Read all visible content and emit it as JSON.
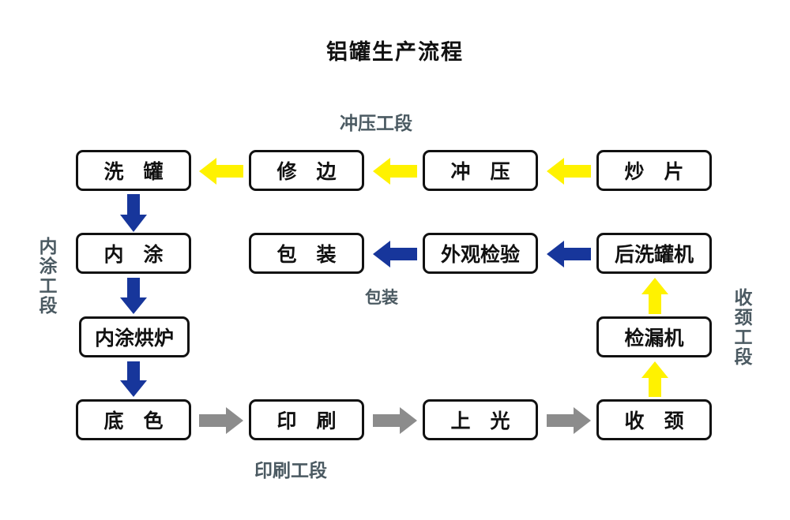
{
  "title": "铝罐生产流程",
  "colors": {
    "yellow": "#FFF200",
    "blue": "#17369B",
    "gray": "#8C8C8C",
    "box_border": "#111111",
    "stage_label": "#4B5A62",
    "background": "#FFFFFF"
  },
  "stage_labels": {
    "stamping": "冲压工段",
    "inner_coating": "内涂工段",
    "printing": "印刷工段",
    "packaging": "包装",
    "necking": "收颈工段"
  },
  "nodes": {
    "wash_can": "洗 罐",
    "trim": "修 边",
    "stamp": "冲 压",
    "blank": "炒 片",
    "inner_coat": "内 涂",
    "pack": "包 装",
    "appearance_check": "外观检验",
    "post_washer": "后洗罐机",
    "inner_coat_oven": "内涂烘炉",
    "leak_tester": "检漏机",
    "base_color": "底 色",
    "print": "印 刷",
    "varnish": "上 光",
    "necking": "收 颈"
  },
  "flow": {
    "row1": [
      "炒 片",
      "冲 压",
      "修 边",
      "洗 罐"
    ],
    "row2": [
      "后洗罐机",
      "外观检验",
      "包 装"
    ],
    "row3": [
      "内涂烘炉",
      "检漏机"
    ],
    "row4": [
      "底 色",
      "印 刷",
      "上 光",
      "收 颈"
    ],
    "edges": [
      {
        "from": "炒 片",
        "to": "冲 压",
        "color": "#FFF200",
        "direction": "left"
      },
      {
        "from": "冲 压",
        "to": "修 边",
        "color": "#FFF200",
        "direction": "left"
      },
      {
        "from": "修 边",
        "to": "洗 罐",
        "color": "#FFF200",
        "direction": "left"
      },
      {
        "from": "洗 罐",
        "to": "内 涂",
        "color": "#17369B",
        "direction": "down"
      },
      {
        "from": "内 涂",
        "to": "内涂烘炉",
        "color": "#17369B",
        "direction": "down"
      },
      {
        "from": "内涂烘炉",
        "to": "底 色",
        "color": "#17369B",
        "direction": "down"
      },
      {
        "from": "底 色",
        "to": "印 刷",
        "color": "#8C8C8C",
        "direction": "right"
      },
      {
        "from": "印 刷",
        "to": "上 光",
        "color": "#8C8C8C",
        "direction": "right"
      },
      {
        "from": "上 光",
        "to": "收 颈",
        "color": "#8C8C8C",
        "direction": "right"
      },
      {
        "from": "收 颈",
        "to": "检漏机",
        "color": "#FFF200",
        "direction": "up"
      },
      {
        "from": "检漏机",
        "to": "后洗罐机",
        "color": "#FFF200",
        "direction": "up"
      },
      {
        "from": "后洗罐机",
        "to": "外观检验",
        "color": "#17369B",
        "direction": "left"
      },
      {
        "from": "外观检验",
        "to": "包 装",
        "color": "#17369B",
        "direction": "left"
      }
    ]
  }
}
